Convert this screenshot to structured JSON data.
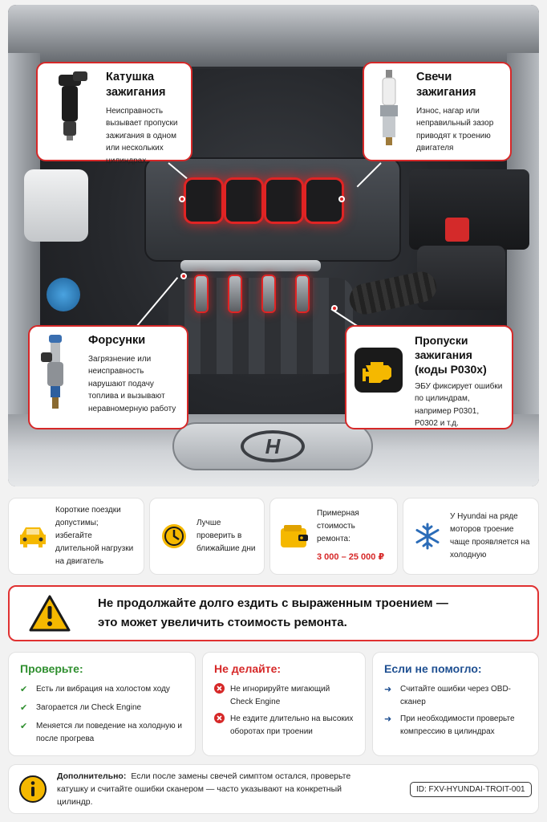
{
  "callouts": {
    "coil": {
      "title1": "Катушка",
      "title2": "зажигания",
      "text": "Неисправность вызывает пропуски зажигания в одном или нескольких цилиндрах"
    },
    "plug": {
      "title1": "Свечи",
      "title2": "зажигания",
      "text": "Износ, нагар или неправильный зазор приводят к троению двигателя"
    },
    "injector": {
      "title1": "Форсунки",
      "text": "Загрязнение или неисправность нарушают подачу топлива и вызывают неравномерную работу"
    },
    "misfire": {
      "title1": "Пропуски",
      "title2": "зажигания",
      "title3": "(коды P030x)",
      "text": "ЭБУ фиксирует ошибки по цилиндрам, например P0301, P0302 и т.д."
    }
  },
  "photo": {
    "logo": "H"
  },
  "info": [
    {
      "text": "Короткие поездки допустимы; избегайте длительной нагрузки на двигатель",
      "icon": "car-icon"
    },
    {
      "text": "Лучше проверить в ближайшие дни",
      "icon": "clock-icon"
    },
    {
      "text": "Примерная стоимость ремонта:",
      "price": "3 000 – 25 000 ₽",
      "icon": "wallet-icon"
    },
    {
      "text": "У Hyundai на ряде моторов троение чаще проявляется на холодную",
      "icon": "snowflake-icon"
    }
  ],
  "warning": {
    "line1": "Не продолжайте долго ездить с выраженным троением —",
    "line2": "это может увеличить стоимость ремонта."
  },
  "check": {
    "title": "Проверьте:",
    "items": [
      "Есть ли вибрация на холостом ходу",
      "Загорается ли Check Engine",
      "Меняется ли поведение на холодную и после прогрева"
    ]
  },
  "dont": {
    "title": "Не делайте:",
    "items": [
      "Не игнорируйте мигающий Check Engine",
      "Не ездите длительно на высоких оборотах при троении"
    ]
  },
  "ifnot": {
    "title": "Если не помогло:",
    "items": [
      "Считайте ошибки через OBD-сканер",
      "При необходимости проверьте компрессию в цилиндрах"
    ]
  },
  "footer": {
    "label": "Дополнительно:",
    "text": "Если после замены свечей симптом остался, проверьте катушку и считайте ошибки сканером — часто указывают на конкретный цилиндр.",
    "id": "ID: FXV-HYUNDAI-TROIT-001"
  },
  "colors": {
    "accent": "#d62828",
    "green": "#2f8f2f",
    "blue": "#1e4f91",
    "yellow": "#f5b800"
  }
}
